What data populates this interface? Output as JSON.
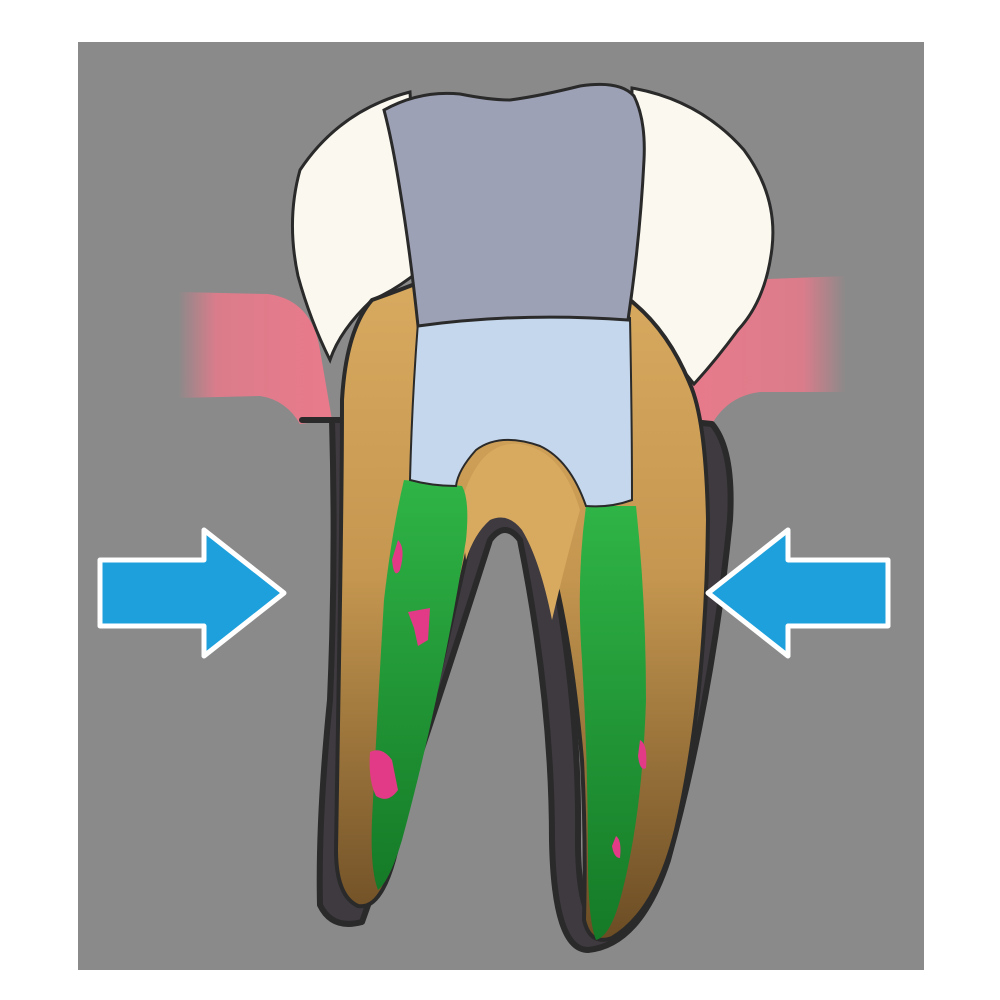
{
  "diagram": {
    "subject": "tooth-cross-section",
    "parts": [
      {
        "id": "enamel-left",
        "icon": "enamel-region"
      },
      {
        "id": "enamel-right",
        "icon": "enamel-region"
      },
      {
        "id": "restoration",
        "icon": "restoration-filling"
      },
      {
        "id": "liner",
        "icon": "liner-layer"
      },
      {
        "id": "dentin",
        "icon": "dentin-body"
      },
      {
        "id": "root-canal-filling",
        "icon": "canal-filling"
      },
      {
        "id": "root-sheath",
        "icon": "periodontal-tissue"
      },
      {
        "id": "gum-left",
        "icon": "gum-tissue"
      },
      {
        "id": "gum-right",
        "icon": "gum-tissue"
      },
      {
        "id": "arrow-left",
        "icon": "arrow-right-icon"
      },
      {
        "id": "arrow-right",
        "icon": "arrow-left-icon"
      }
    ]
  },
  "colors": {
    "page": "#ffffff",
    "panel": "#8a8a8a",
    "enamel": "#fbf9ef",
    "restoration": "#9da1b6",
    "liner": "#c5d7ec",
    "dentin_light": "#d8aa60",
    "dentin_dark": "#6e4f26",
    "canal_green": "#25a83a",
    "canal_pink": "#e23a86",
    "sheath": "#3f3a40",
    "gum": "#e97a8b",
    "arrow": "#1ea0dc",
    "arrow_outline": "#ffffff",
    "outline": "#2a2a2a"
  }
}
